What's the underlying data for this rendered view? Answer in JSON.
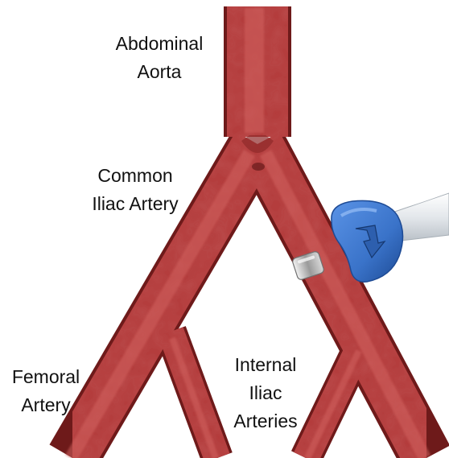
{
  "labels": {
    "aorta": [
      "Abdominal",
      "Aorta"
    ],
    "common_iliac": [
      "Common",
      "Iliac Artery"
    ],
    "femoral": [
      "Femoral",
      "Artery"
    ],
    "internal_iliac": [
      "Internal",
      "Iliac",
      "Arteries"
    ]
  },
  "colors": {
    "artery": "#b23a3a",
    "artery_dark": "#7a1f1f",
    "artery_highlight": "#d2625e",
    "device_blue": "#3a73c9",
    "device_blue_dark": "#1d4a94",
    "catheter": "#e6e9ec"
  },
  "icons": {
    "clamp": "blue-clamp-device-icon",
    "clip": "metal-clip-icon",
    "catheter": "catheter-icon"
  }
}
